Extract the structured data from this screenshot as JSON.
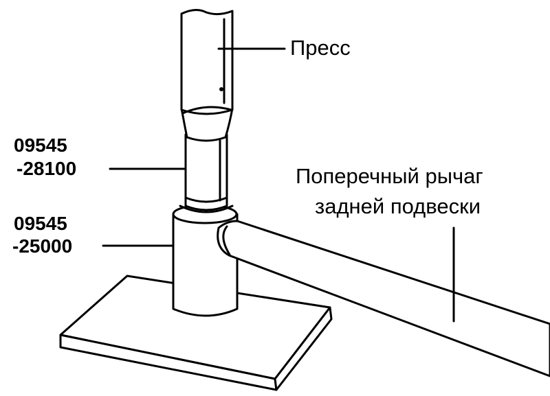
{
  "labels": {
    "press": "Пресс",
    "arm_line1": "Поперечный рычаг",
    "arm_line2": "задней подвески",
    "tool1_line1": "09545",
    "tool1_line2": "-28100",
    "tool2_line1": "09545",
    "tool2_line2": "-25000"
  },
  "colors": {
    "ink": "#000000",
    "paper": "#ffffff"
  }
}
